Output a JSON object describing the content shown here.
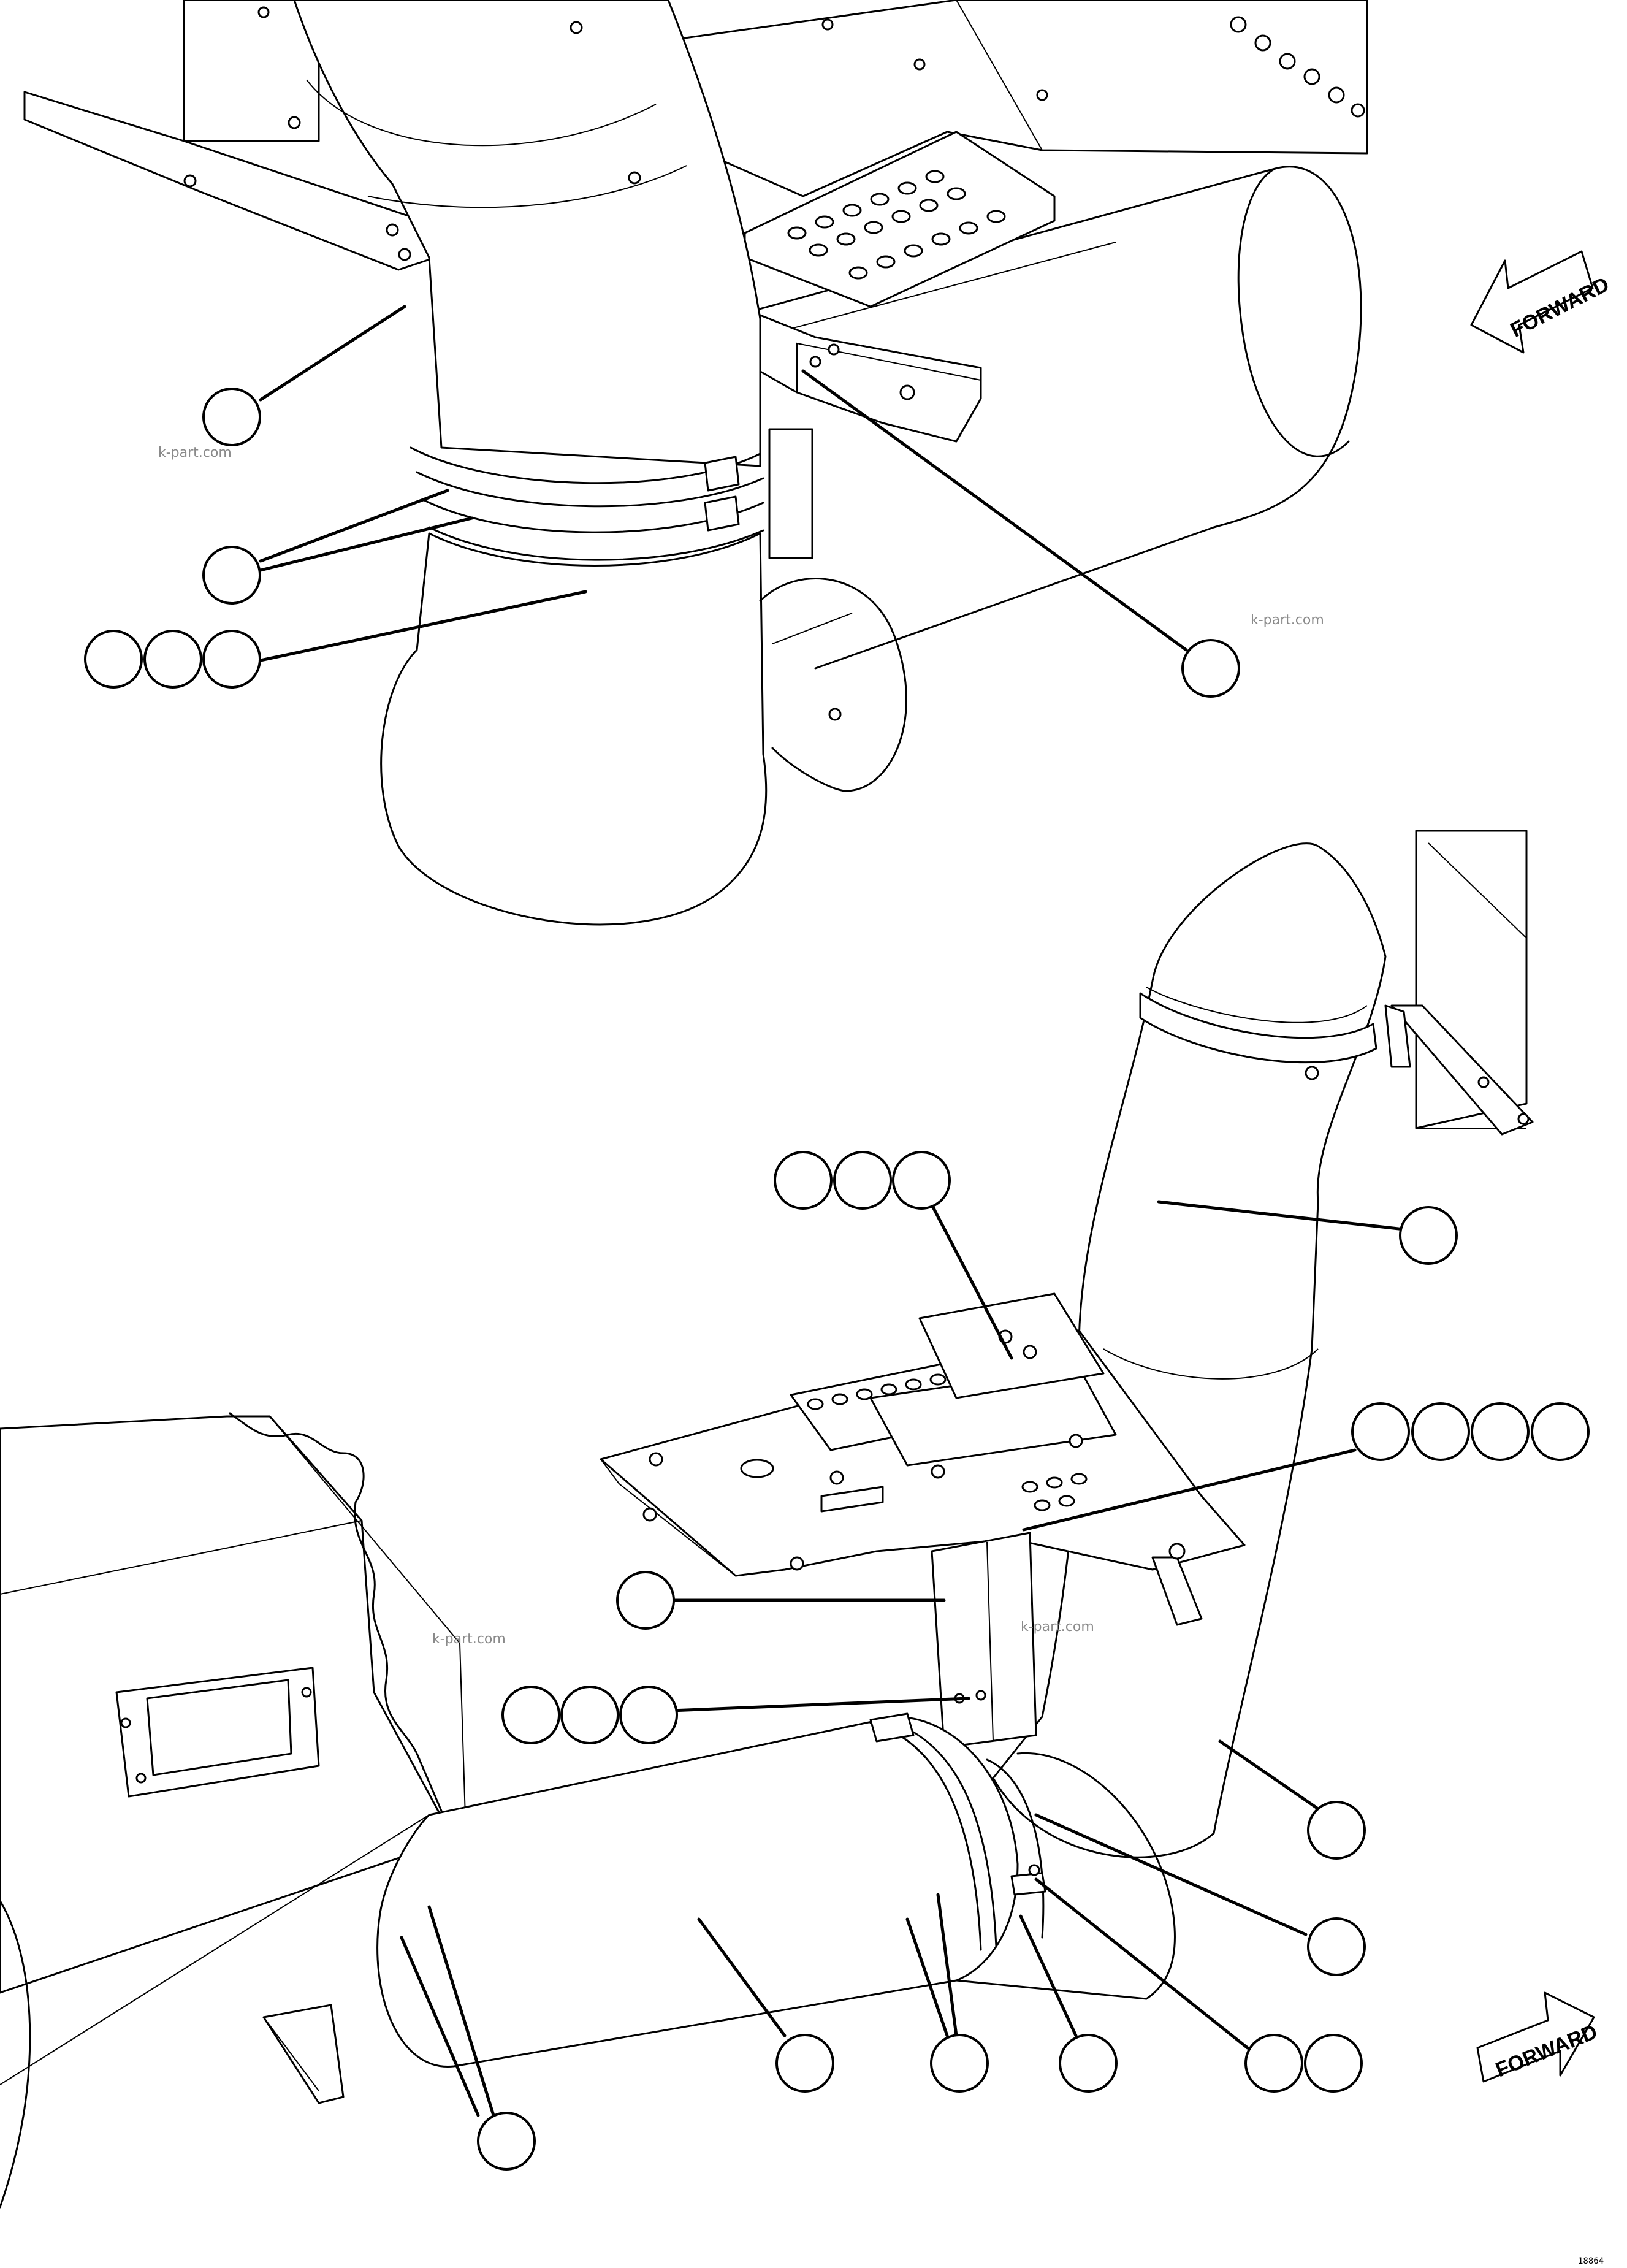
{
  "watermarks": [
    "k-part.com",
    "k-part.com",
    "k-part.com",
    "k-part.com"
  ],
  "forward_labels": [
    "FORWARD",
    "FORWARD"
  ],
  "drawing_id": "18864",
  "icons": {
    "forward_arrow": "arrow-left-icon",
    "forward_arrow_lower": "arrow-right-icon"
  }
}
